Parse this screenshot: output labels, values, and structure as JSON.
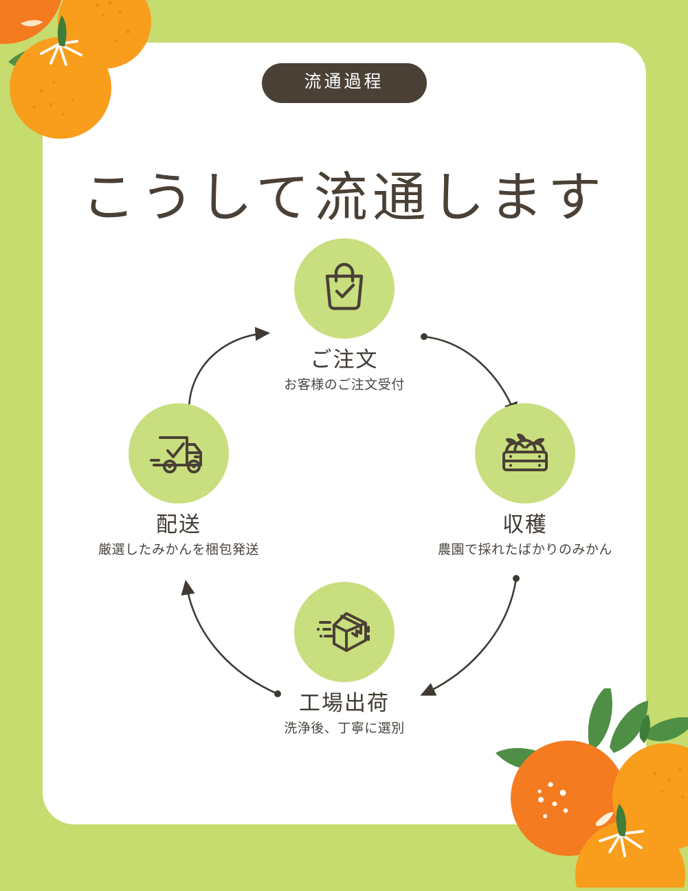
{
  "page": {
    "background_color": "#c6dc6e",
    "card_color": "#ffffff",
    "accent_color": "#c9de7e",
    "text_color": "#4a4036",
    "orange_color": "#f7941e",
    "leaf_color": "#4f8f45"
  },
  "badge": {
    "label": "流通過程"
  },
  "heading": {
    "text": "こうして流通します"
  },
  "flow": {
    "direction": "clockwise",
    "steps": [
      {
        "id": "order",
        "icon": "shopping-bag-check-icon",
        "title": "ご注文",
        "subtitle": "お客様のご注文受付"
      },
      {
        "id": "harvest",
        "icon": "fruit-crate-icon",
        "title": "収穫",
        "subtitle": "農園で採れたばかりのみかん"
      },
      {
        "id": "factory",
        "icon": "shipping-box-icon",
        "title": "工場出荷",
        "subtitle": "洗浄後、丁寧に選別"
      },
      {
        "id": "delivery",
        "icon": "delivery-truck-check-icon",
        "title": "配送",
        "subtitle": "厳選したみかんを梱包発送"
      }
    ]
  },
  "decorations": [
    {
      "id": "top-left-oranges",
      "icon": "oranges-with-leaves-icon"
    },
    {
      "id": "bottom-right-oranges",
      "icon": "oranges-with-leaves-icon"
    }
  ]
}
